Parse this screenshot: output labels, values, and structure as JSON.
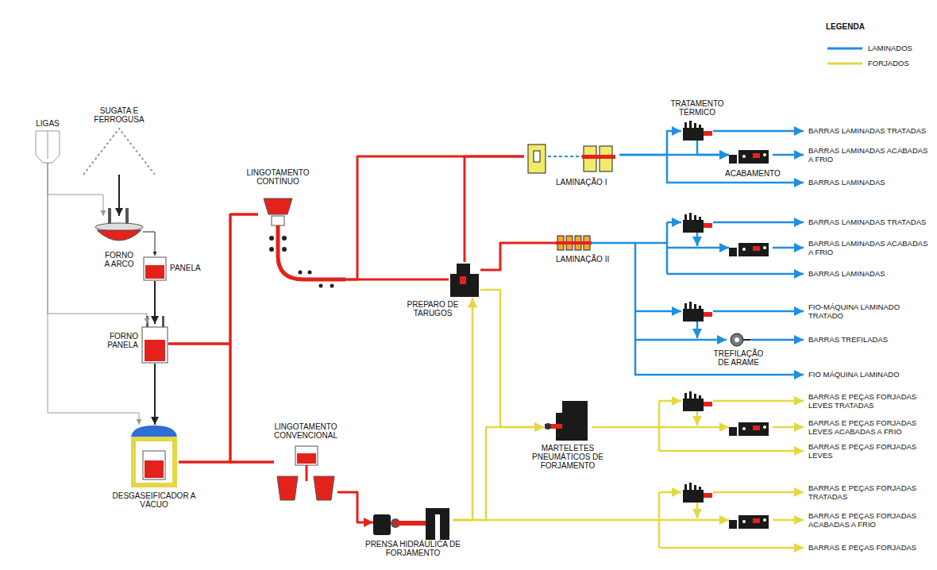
{
  "diagram": {
    "nodes": [
      {
        "text": [
          "LIGAS"
        ]
      },
      {
        "text": [
          "SUGATA E FERROGUSA"
        ]
      },
      {
        "text": [
          "FORNO A ARCO"
        ]
      },
      {
        "text": [
          "PANELA"
        ]
      },
      {
        "text": [
          "FORNO PANELA"
        ]
      },
      {
        "text": [
          "DESGASEIFICADOR A VÁCUO"
        ]
      },
      {
        "text": [
          "LINGOTAMENTO CONTÍNUO"
        ]
      },
      {
        "text": [
          "LINGOTAMENTO CONVENCIONAL"
        ]
      },
      {
        "text": [
          "PREPARO DE TARUGOS"
        ]
      },
      {
        "text": [
          "PRENSA HIDRÁULICA DE FORJAMENTO"
        ]
      },
      {
        "text": [
          "LAMINAÇÃO I"
        ]
      },
      {
        "text": [
          "LAMINAÇÃO II"
        ]
      },
      {
        "text": [
          "MARTELETES PNEUMÁTICOS DE FORJAMENTO"
        ]
      },
      {
        "text": [
          "TRATAMENTO TÉRMICO"
        ]
      },
      {
        "text": [
          "ACABAMENTO"
        ]
      },
      {
        "text": [
          "TREFILAÇÃO DE ARAME"
        ]
      }
    ],
    "edges": [
      {
        "from": 0,
        "to": 2,
        "arrow": "to"
      },
      {
        "from": 0,
        "to": 4,
        "arrow": "to"
      },
      {
        "from": 0,
        "to": 5,
        "arrow": "to"
      },
      {
        "from": 1,
        "to": 2,
        "arrow": "to"
      },
      {
        "from": 2,
        "to": 3,
        "arrow": "to"
      },
      {
        "from": 3,
        "to": 4,
        "arrow": "to"
      },
      {
        "from": 4,
        "to": 5,
        "arrow": "to"
      },
      {
        "from": 4,
        "to": 6,
        "arrow": "none"
      },
      {
        "from": 4,
        "to": 7,
        "arrow": "none"
      },
      {
        "from": 5,
        "to": 6,
        "arrow": "none"
      },
      {
        "from": 5,
        "to": 7,
        "arrow": "none"
      },
      {
        "from": 6,
        "to": 8,
        "arrow": "none"
      },
      {
        "from": 6,
        "to": 10,
        "arrow": "none"
      },
      {
        "from": 8,
        "to": 10,
        "arrow": "none"
      },
      {
        "from": 8,
        "to": 11,
        "arrow": "none"
      },
      {
        "from": 7,
        "to": 9,
        "arrow": "to"
      },
      {
        "from": 10,
        "to": 13,
        "arrow": "to"
      },
      {
        "from": 10,
        "to": 14,
        "arrow": "to"
      },
      {
        "from": 13,
        "to": 14,
        "arrow": "to"
      },
      {
        "from": 11,
        "to": 15,
        "arrow": "to"
      },
      {
        "from": 9,
        "to": 12,
        "arrow": "to"
      },
      {
        "from": 9,
        "to": 8,
        "arrow": "to"
      },
      {
        "from": 8,
        "to": 12,
        "arrow": "to"
      }
    ],
    "labels": [
      "LEGENDA",
      "BARRAS LAMINADAS TRATADAS",
      "BARRAS LAMINADAS ACABADAS A FRIO",
      "BARRAS LAMINADAS",
      "BARRAS LAMINADAS TRATADAS",
      "BARRAS LAMINADAS ACABADAS A FRIO",
      "BARRAS LAMINADAS",
      "FIO-MÁQUINA LAMINADO TRATADO",
      "BARRAS TREFILADAS",
      "FIO MÁQUINA LAMINADO",
      "BARRAS E PEÇAS FORJADAS LEVES TRATADAS",
      "BARRAS E PEÇAS FORJADAS LEVES ACABADAS A FRIO",
      "BARRAS E PEÇAS FORJADAS LEVES",
      "BARRAS E PEÇAS FORJADAS TRATADAS",
      "BARRAS E PEÇAS FORJADAS ACABADAS A FRIO",
      "BARRAS E PEÇAS FORJADAS"
    ],
    "legend": [
      {
        "text": "LAMINADOS"
      },
      {
        "text": "FORJADOS"
      }
    ]
  }
}
